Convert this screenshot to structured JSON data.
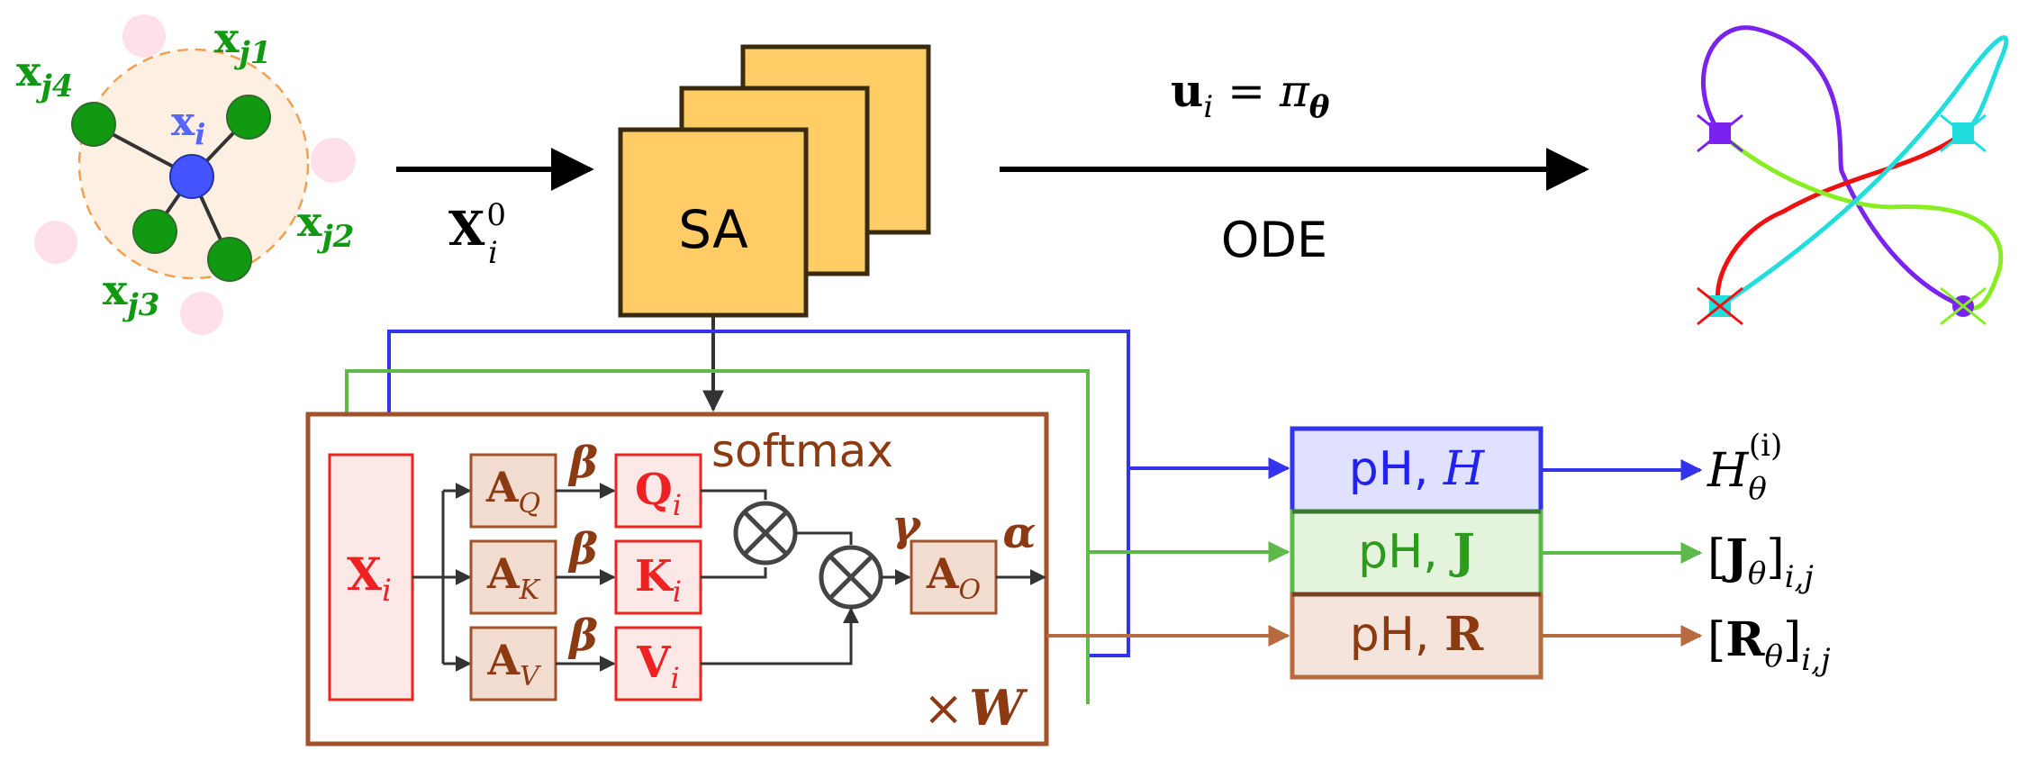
{
  "graph": {
    "center_base": "x",
    "center_sub": "i",
    "neighbors": [
      {
        "base": "x",
        "sub": "j1"
      },
      {
        "base": "x",
        "sub": "j2"
      },
      {
        "base": "x",
        "sub": "j3"
      },
      {
        "base": "x",
        "sub": "j4"
      }
    ]
  },
  "input_arrow": {
    "base": "X",
    "sup": "0",
    "sub": "i"
  },
  "sa_block": {
    "label": "SA"
  },
  "policy_arrow": {
    "top_lhs": "u",
    "top_lhs_sub": "i",
    "top_eq": " = ",
    "top_rhs": "π",
    "top_rhs_sub": "θ",
    "bottom": "ODE"
  },
  "attention": {
    "input": {
      "base": "X",
      "sub": "i"
    },
    "proj": [
      {
        "base": "A",
        "sub": "Q"
      },
      {
        "base": "A",
        "sub": "K"
      },
      {
        "base": "A",
        "sub": "V"
      }
    ],
    "qkv": [
      {
        "base": "Q",
        "sub": "i"
      },
      {
        "base": "K",
        "sub": "i"
      },
      {
        "base": "V",
        "sub": "i"
      }
    ],
    "beta": "β",
    "gamma": "γ",
    "alpha": "α",
    "softmax": "softmax",
    "out_proj": {
      "base": "A",
      "sub": "O"
    },
    "times": "×",
    "repeat": "W"
  },
  "heads": [
    {
      "prefix": "pH, ",
      "symbol": "H",
      "out_base": "H",
      "out_sub": "θ",
      "out_sup": "(i)",
      "out_pre": "",
      "out_post": ""
    },
    {
      "prefix": "pH, ",
      "symbol": "J",
      "out_base": "J",
      "out_sub": "i,j",
      "out_inner_sub": "θ",
      "out_pre": "[",
      "out_post": "]"
    },
    {
      "prefix": "pH, ",
      "symbol": "R",
      "out_base": "R",
      "out_sub": "i,j",
      "out_inner_sub": "θ",
      "out_pre": "[",
      "out_post": "]"
    }
  ],
  "colors": {
    "green": "#1a9a1a",
    "blue_node": "#4455ff",
    "sa_fill": "#ffcc66",
    "brown": "#a0522d",
    "red": "#ee2222",
    "pink_fill": "#fde8e8",
    "blue": "#3333ee",
    "head_green": "#5fb84a",
    "head_brown": "#b86a40",
    "traj_purple": "#7a22ee",
    "traj_cyan": "#22dddd",
    "traj_lime": "#88ee22",
    "traj_red": "#ee1111"
  }
}
